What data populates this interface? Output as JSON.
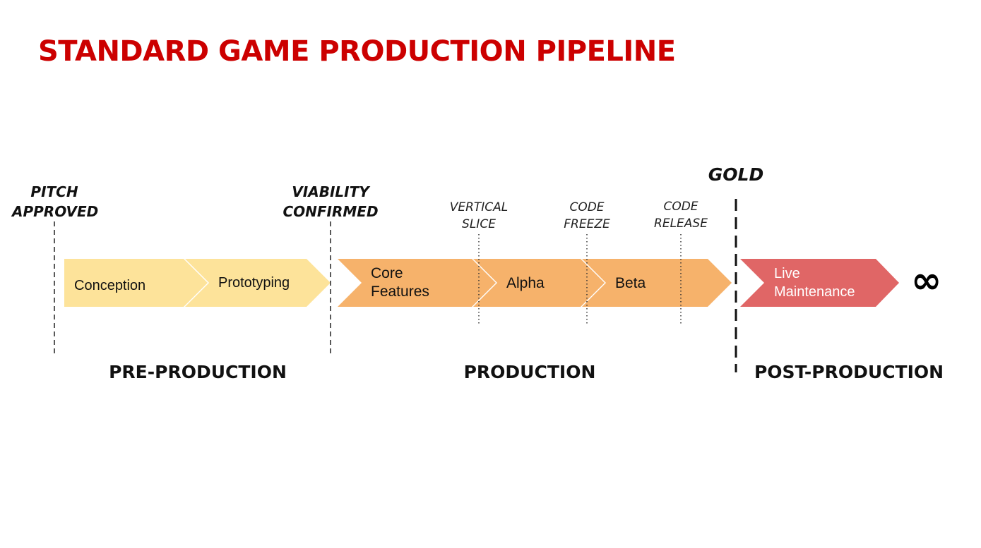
{
  "title": "STANDARD GAME PRODUCTION PIPELINE",
  "milestones": {
    "pitch": {
      "line1": "PITCH",
      "line2": "APPROVED"
    },
    "viability": {
      "line1": "VIABILITY",
      "line2": "CONFIRMED"
    },
    "vertical_slice": {
      "line1": "VERTICAL",
      "line2": "SLICE"
    },
    "code_freeze": {
      "line1": "CODE",
      "line2": "FREEZE"
    },
    "code_release": {
      "line1": "CODE",
      "line2": "RELEASE"
    },
    "gold": "GOLD"
  },
  "stages": {
    "conception": "Conception",
    "prototyping": "Prototyping",
    "core_features": {
      "line1": "Core",
      "line2": "Features"
    },
    "alpha": "Alpha",
    "beta": "Beta",
    "live_maintenance": {
      "line1": "Live",
      "line2": "Maintenance"
    }
  },
  "phases": {
    "pre": "PRE-PRODUCTION",
    "production": "PRODUCTION",
    "post": "POST-PRODUCTION"
  },
  "infinity_symbol": "∞",
  "colors": {
    "title": "#cc0000",
    "pre_production": "#fde39a",
    "production": "#f6b26b",
    "post_production": "#e06666"
  }
}
